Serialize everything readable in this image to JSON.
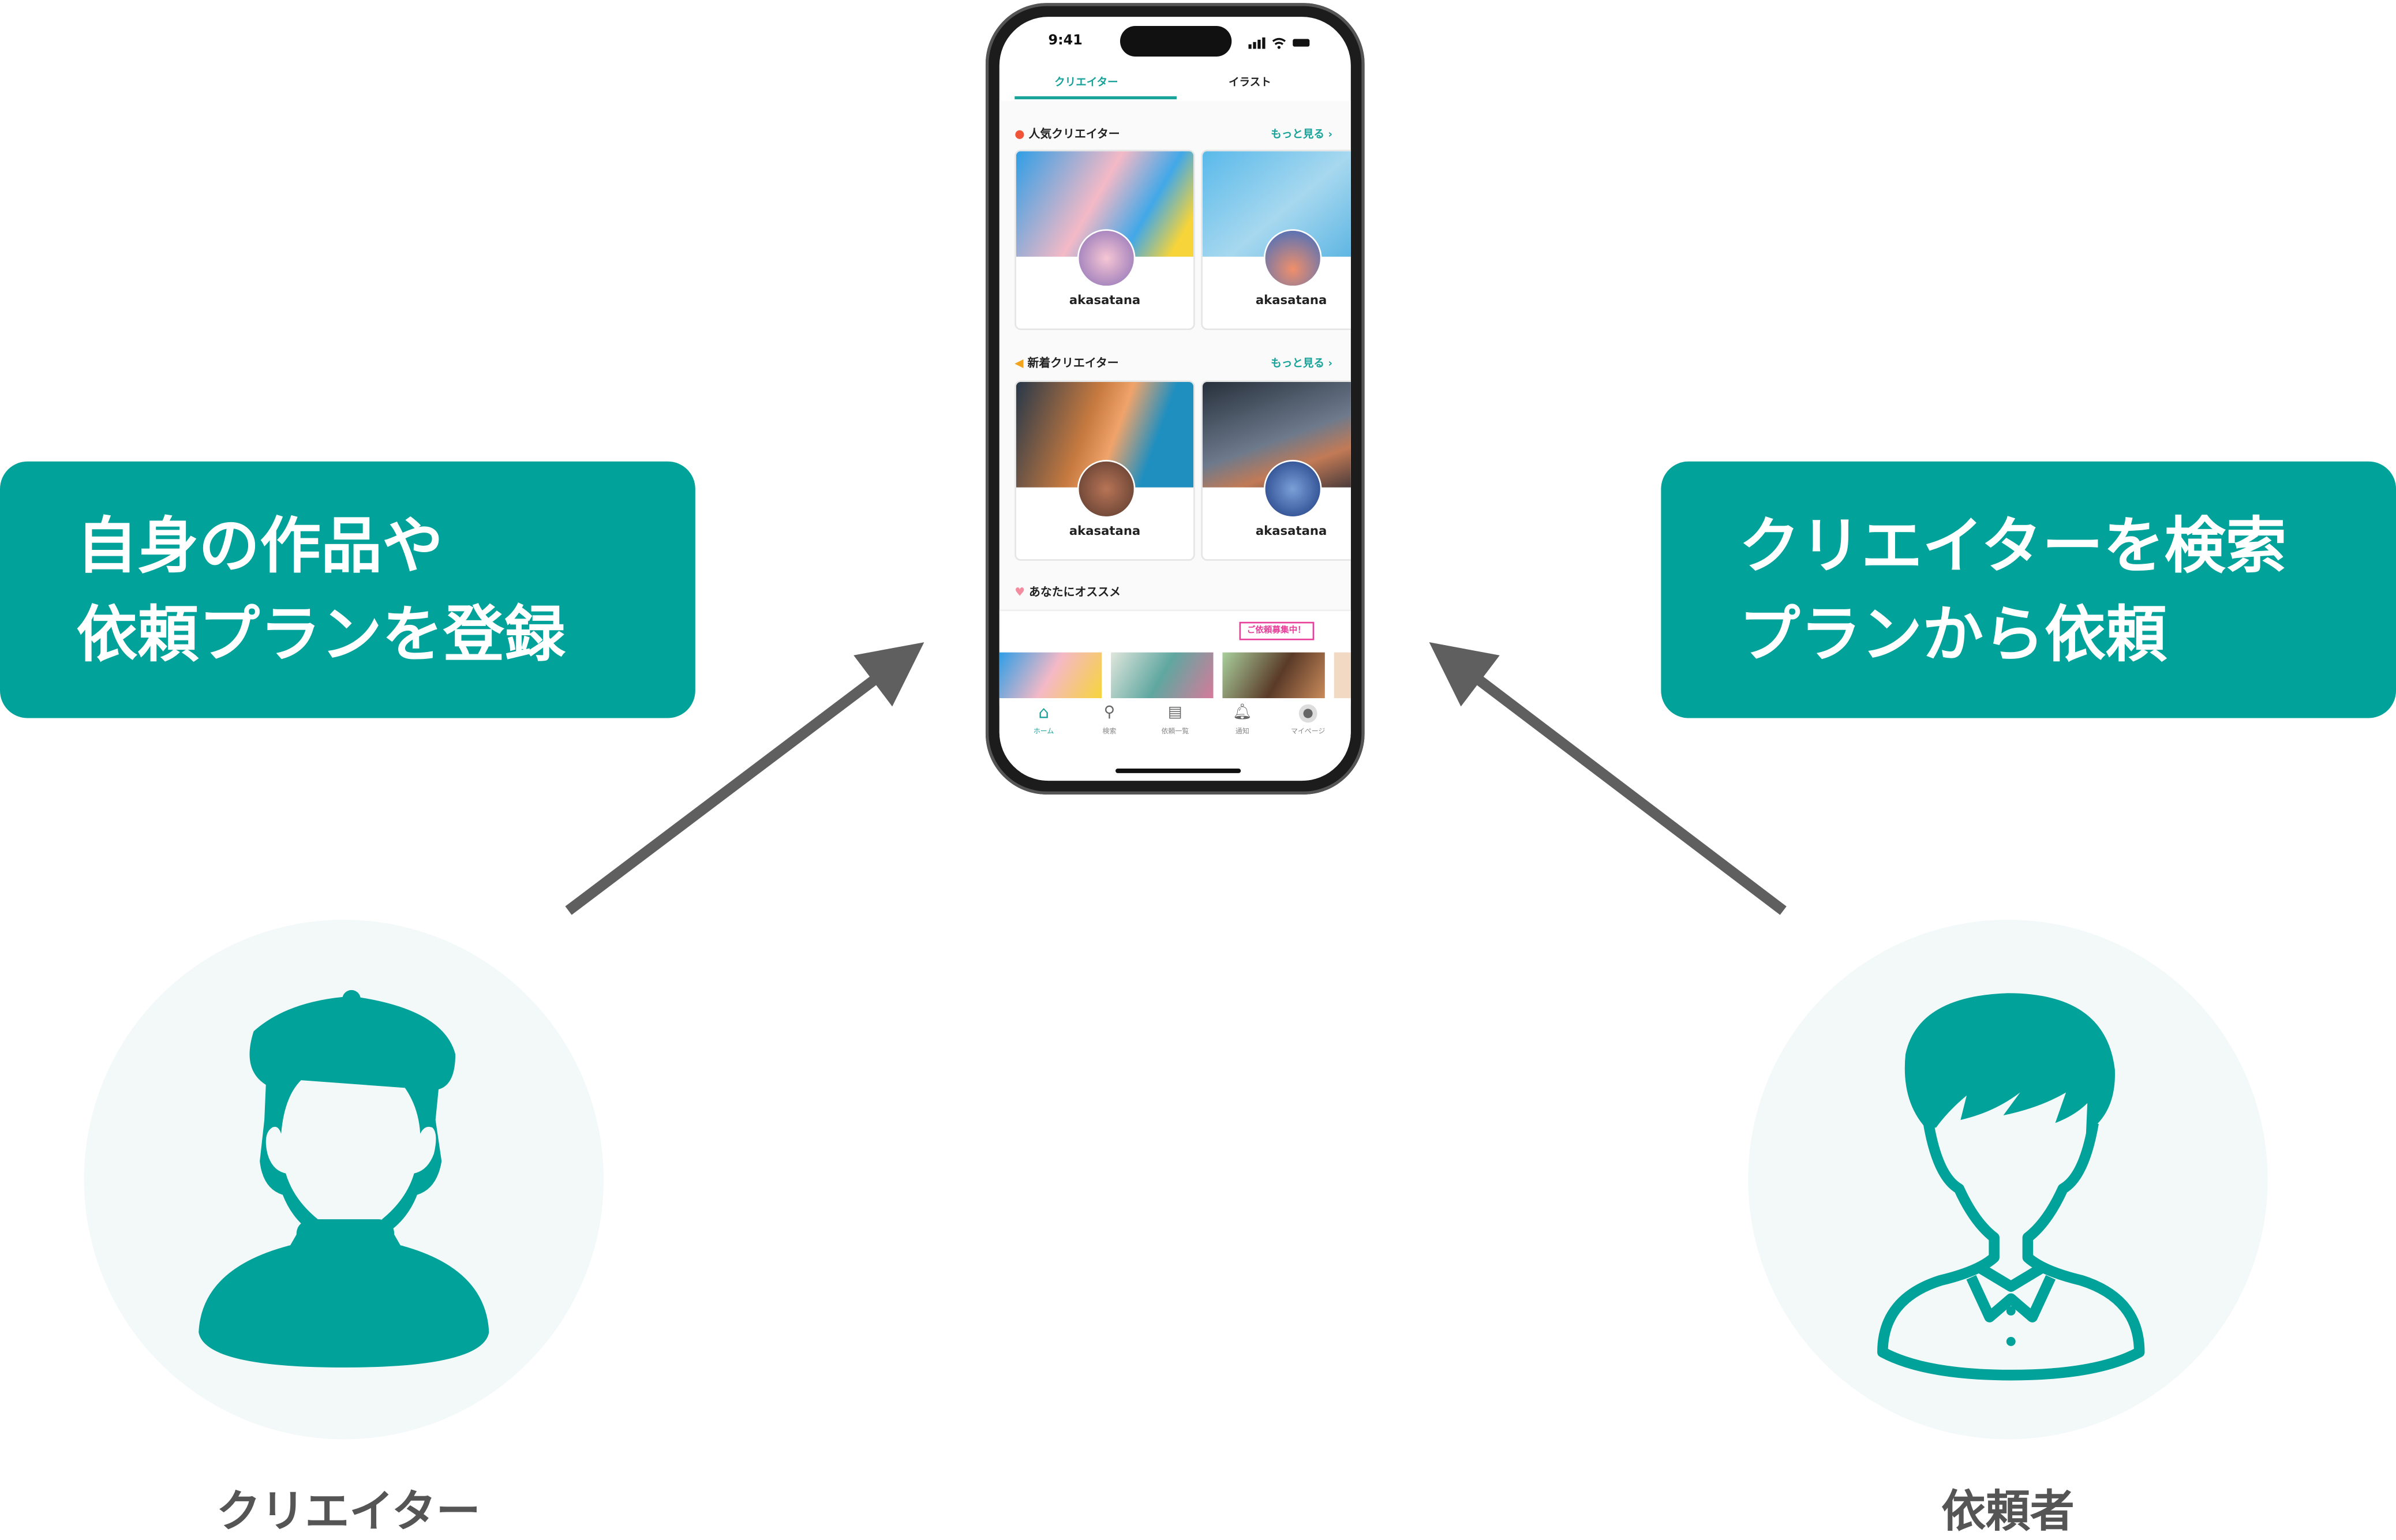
{
  "callouts": {
    "left": {
      "line1": "自身の作品や",
      "line2": "依頼プランを登録"
    },
    "right": {
      "line1": "クリエイターを検索",
      "line2": "プランから依頼"
    }
  },
  "roles": {
    "creator": "クリエイター",
    "requester": "依頼者"
  },
  "colors": {
    "accent": "#00a29a",
    "circle_bg": "#f2f9f8",
    "arrow": "#5f5f5f",
    "badge": "#e8409a"
  },
  "phone": {
    "status": {
      "time": "9:41"
    },
    "tabs": [
      {
        "label": "クリエイター",
        "active": true
      },
      {
        "label": "イラスト",
        "active": false
      }
    ],
    "sections": [
      {
        "title": "人気クリエイター",
        "icon": "fire-icon",
        "more": "もっと見る",
        "cards": [
          {
            "name": "akasatana"
          },
          {
            "name": "akasatana"
          }
        ]
      },
      {
        "title": "新着クリエイター",
        "icon": "megaphone-icon",
        "more": "もっと見る",
        "cards": [
          {
            "name": "akasatana"
          },
          {
            "name": "akasatana"
          }
        ]
      },
      {
        "title": "あなたにオススメ",
        "icon": "heart-icon",
        "badge": "ご依頼募集中！"
      }
    ],
    "nav": [
      {
        "label": "ホーム",
        "icon": "home-icon",
        "active": true
      },
      {
        "label": "検索",
        "icon": "search-icon"
      },
      {
        "label": "依頼一覧",
        "icon": "document-icon"
      },
      {
        "label": "通知",
        "icon": "bell-icon"
      },
      {
        "label": "マイページ",
        "icon": "user-icon"
      }
    ]
  }
}
